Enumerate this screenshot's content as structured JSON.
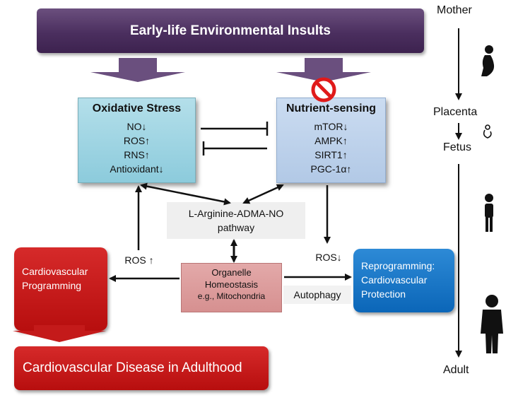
{
  "banner": {
    "title": "Early-life Environmental Insults"
  },
  "oxidative": {
    "title": "Oxidative Stress",
    "lines": [
      "NO↓",
      "ROS↑",
      "RNS↑",
      "Antioxidant↓"
    ]
  },
  "nutrient": {
    "title": "Nutrient-sensing",
    "lines": [
      "mTOR↓",
      "AMPK↑",
      "SIRT1↑",
      "PGC-1α↑"
    ]
  },
  "arginine": {
    "line1": "L-Arginine-ADMA-NO",
    "line2": "pathway"
  },
  "organelle": {
    "line1": "Organelle",
    "line2": "Homeostasis",
    "line3": "e.g., Mitochondria"
  },
  "cardio_programming": {
    "line1": "Cardiovascular",
    "line2": "Programming"
  },
  "reprogramming": {
    "line1": "Reprogramming:",
    "line2": "Cardiovascular",
    "line3": "Protection"
  },
  "disease": {
    "title": "Cardiovascular Disease in Adulthood"
  },
  "labels": {
    "ros_up": "ROS ↑",
    "ros_down": "ROS↓",
    "autophagy": "Autophagy"
  },
  "timeline": {
    "mother": "Mother",
    "placenta": "Placenta",
    "fetus": "Fetus",
    "adult": "Adult"
  },
  "colors": {
    "banner": "#4b2f5f",
    "oxidative_box": "#9fd3e2",
    "nutrient_box": "#c0d3ec",
    "organelle_box": "#dc9c9c",
    "red_box": "#c41a1a",
    "blue_box": "#1a74c6",
    "arrow_purple": "#6a4f7e",
    "arrow_red": "#c41a1a"
  },
  "icons": [
    "no-entry-icon",
    "pregnant-woman-icon",
    "fetus-icon",
    "child-icon",
    "man-icon"
  ]
}
